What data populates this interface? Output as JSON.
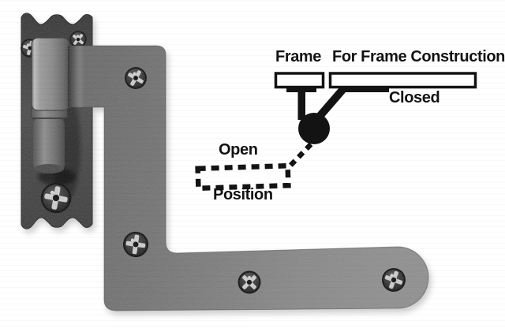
{
  "diagram": {
    "frame_label": "Frame",
    "for_frame_construction_label": "For Frame Construction",
    "closed_label": "Closed",
    "open_label": "Open",
    "position_label": "Position",
    "ink_color": "#131313"
  },
  "hinge": {
    "strap_color": "#767676",
    "plate_color": "#464646",
    "knuckle_color": "#8c8c8c",
    "screw_color": "#2b2b2b"
  },
  "background_color": "#ffffff"
}
